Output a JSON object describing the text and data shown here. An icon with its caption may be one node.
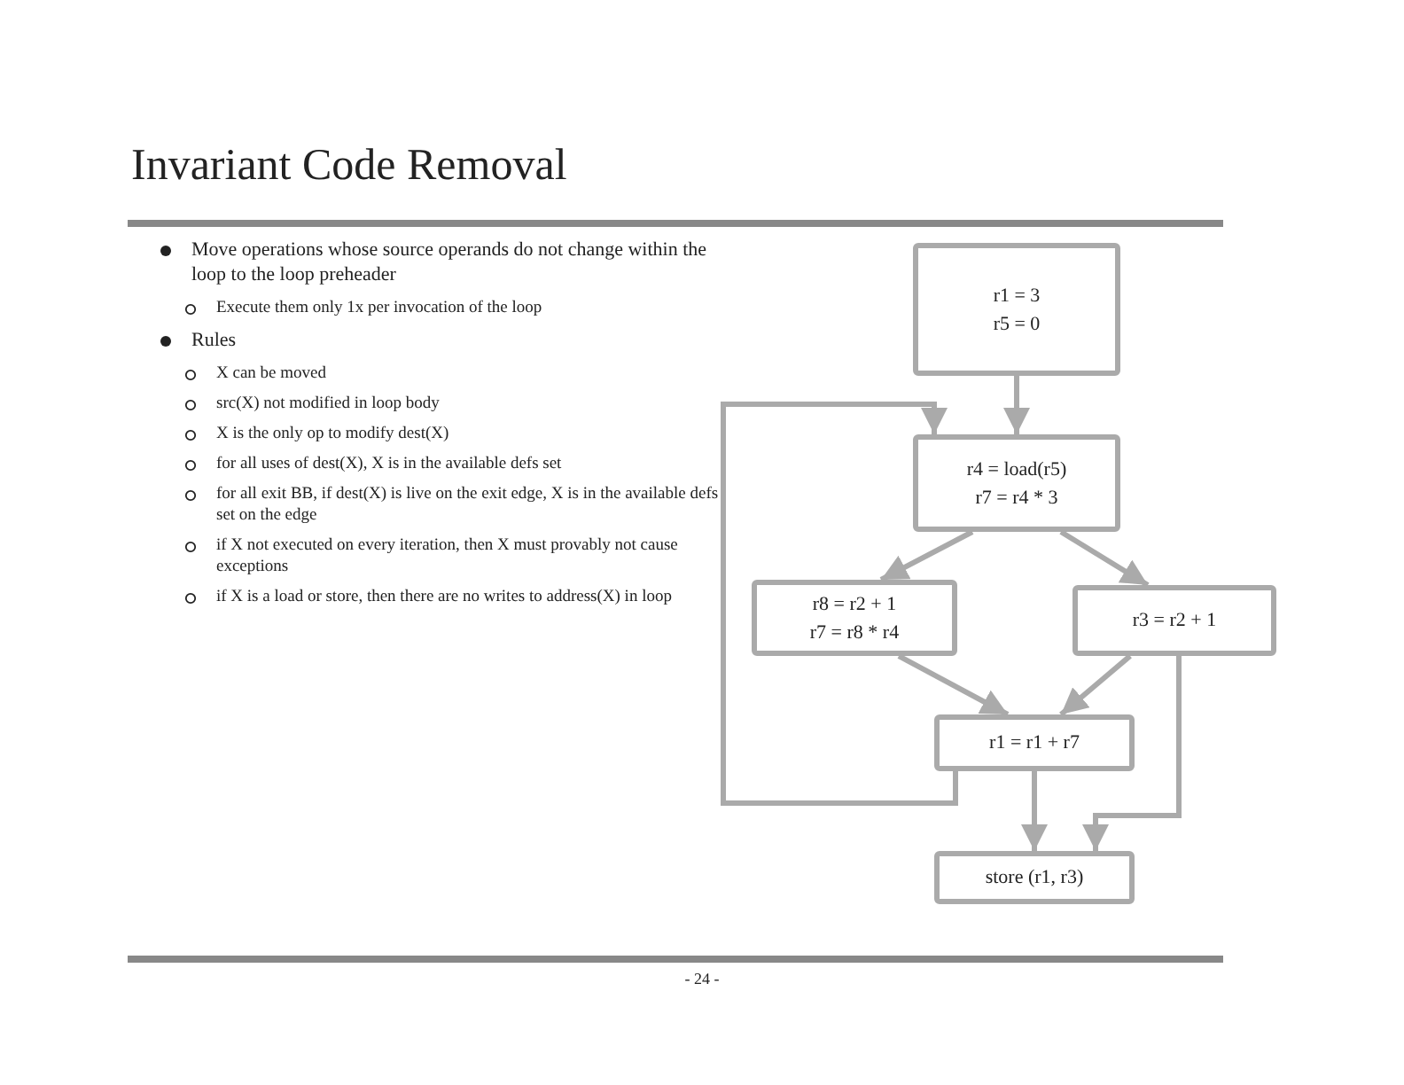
{
  "diagram": {
    "title": "Invariant Code Removal",
    "nodes": [
      {
        "text": [
          "r1 = 3",
          "r5 = 0"
        ]
      },
      {
        "text": [
          "r4 = load(r5)",
          "r7 = r4 * 3"
        ]
      },
      {
        "text": [
          "r8 = r2 + 1",
          "r7 = r8 * r4"
        ]
      },
      {
        "text": [
          "r3 = r2 + 1"
        ]
      },
      {
        "text": [
          "r1 = r1 + r7"
        ]
      },
      {
        "text": [
          "store (r1, r3)"
        ]
      }
    ],
    "edges": [
      {
        "from": 0,
        "to": 1,
        "arrow": "to"
      },
      {
        "from": 1,
        "to": 2,
        "arrow": "to"
      },
      {
        "from": 1,
        "to": 3,
        "arrow": "to"
      },
      {
        "from": 2,
        "to": 4,
        "arrow": "to"
      },
      {
        "from": 3,
        "to": 4,
        "arrow": "to"
      },
      {
        "from": 4,
        "to": 1,
        "arrow": "to"
      },
      {
        "from": 4,
        "to": 5,
        "arrow": "to"
      },
      {
        "from": 3,
        "to": 5,
        "arrow": "to"
      }
    ],
    "labels": [
      "Move operations whose source operands do not change within the loop to the loop preheader",
      "Execute them only 1x per invocation of the loop",
      "Rules",
      "X can be moved",
      "src(X) not modified in loop body",
      "X is the only op to modify dest(X)",
      "for all uses of dest(X), X is in the available defs set",
      "for all exit BB, if dest(X) is live on the exit edge, X is in the available defs set on the edge",
      "if X not executed on every iteration, then X must provably not cause exceptions",
      "if X is a load or store, then there are no writes to address(X) in loop",
      "- 24 -"
    ]
  }
}
